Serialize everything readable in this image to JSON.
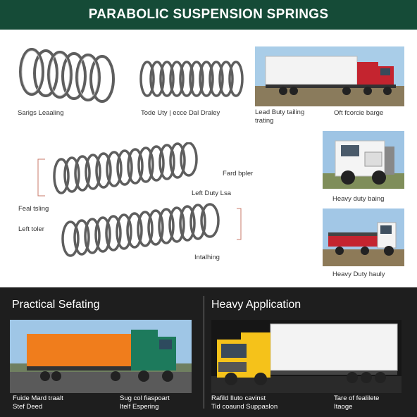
{
  "header": {
    "title": "PARABOLIC SUSPENSION SPRINGS"
  },
  "upper": {
    "captions": {
      "spring1": "Sarigs Leaaling",
      "spring2": "Tode Uty | ecce Dal Draley",
      "truck1_left": "Lead Buty tailing trating",
      "truck1_right": "Oft fcorcie barge",
      "long_spring_right": "Fard bpler",
      "long_spring_mid": "Left Duty Lsa",
      "feal": "Feal tsling",
      "left_toler": "Left toler",
      "intalning": "Intalhing",
      "truck2": "Heavy duty baing",
      "truck3": "Heavy Duty hauly"
    }
  },
  "bottom": {
    "left_title": "Practical Sefating",
    "right_title": "Heavy Application",
    "captions": {
      "l1": [
        "Fuide Mard traalt",
        "Stef Deed"
      ],
      "l2": [
        "Sug col fiaspoart",
        "Itelf Espering"
      ],
      "r1": [
        "Rafild Iluto cavinst",
        "Tid coaund Suppaslon"
      ],
      "r2": [
        "Tare of fealilete",
        "Itaoge"
      ]
    }
  },
  "colors": {
    "header_bg": "#154b37",
    "dark_panel_bg": "#1e1e1e",
    "spring_metal": "#5e5e5e",
    "trailer_orange": "#f07d1c",
    "cab_green": "#1d7a5c",
    "cab_yellow": "#f5c21a",
    "cab_red": "#c4242f"
  }
}
